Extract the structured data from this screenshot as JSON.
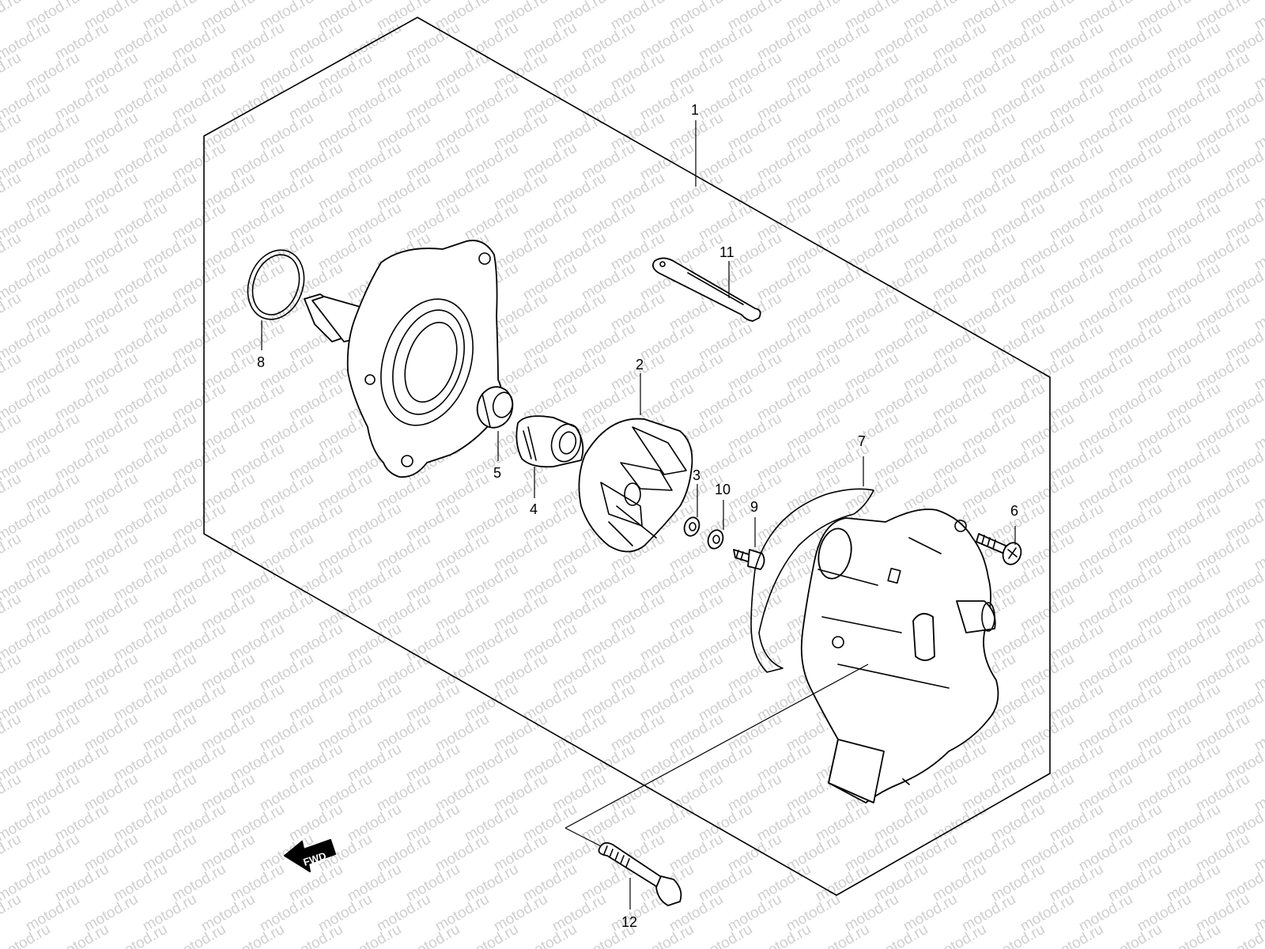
{
  "diagram": {
    "watermark": "motod.ru",
    "fwd_label": "FWD",
    "callouts": {
      "c1": "1",
      "c2": "2",
      "c3": "3",
      "c4": "4",
      "c5": "5",
      "c6": "6",
      "c7": "7",
      "c8": "8",
      "c9": "9",
      "c10": "10",
      "c11": "11",
      "c12": "12"
    }
  }
}
